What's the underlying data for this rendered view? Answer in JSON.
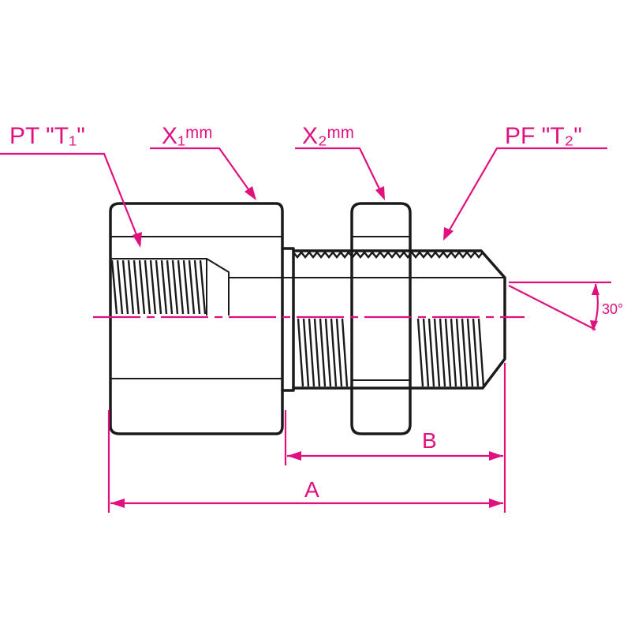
{
  "labels": {
    "pt": "PT \"T₁\"",
    "x1": "X₁ᵐᵐ",
    "x2": "X₂ᵐᵐ",
    "pf": "PF \"T₂\""
  },
  "dimensions": {
    "a": "A",
    "b": "B",
    "angle": "30°"
  },
  "colors": {
    "annotation": "#e0117f",
    "outline": "#1a1a1a",
    "background": "#ffffff"
  }
}
